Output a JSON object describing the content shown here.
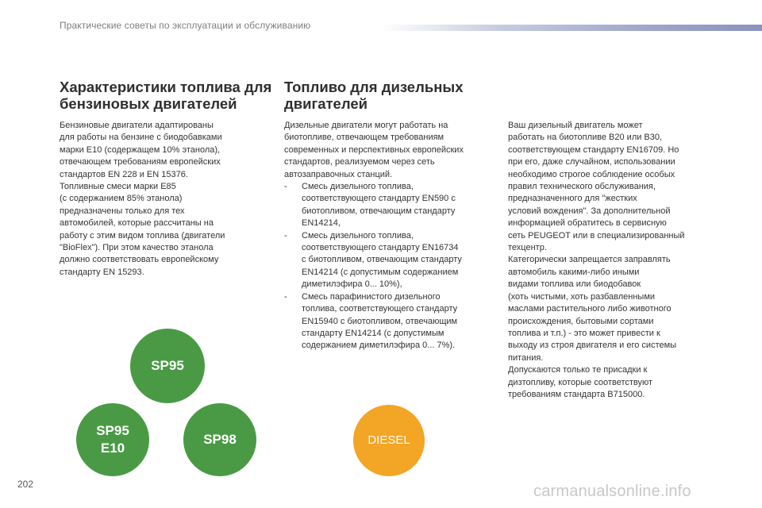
{
  "header": {
    "title": "Практические советы по эксплуатации и обслуживанию"
  },
  "colors": {
    "green_badge": "#4a9a45",
    "orange_badge": "#f3a525",
    "header_bar": "#8a93bd"
  },
  "left": {
    "heading_line1": "Характеристики топлива для",
    "heading_line2": "бензиновых двигателей",
    "lines": [
      "Бензиновые двигатели адаптированы",
      "для работы на бензине с биодобавками",
      "марки E10 (содержащем 10% этанола),",
      "отвечающем требованиям европейских",
      "стандартов EN 228 и EN 15376.",
      "Топливные смеси марки E85",
      "(с содержанием 85% этанола)",
      "предназначены только для тех",
      "автомобилей, которые рассчитаны на",
      "работу с этим видом топлива (двигатели",
      "\"BioFlex\"). При этом качество этанола",
      "должно соответствовать европейскому",
      "стандарту EN 15293."
    ]
  },
  "middle": {
    "heading_line1": "Топливо для дизельных",
    "heading_line2": "двигателей",
    "intro_lines": [
      "Дизельные двигатели могут работать на",
      "биотопливе, отвечающем требованиям",
      "современных и перспективных европейских",
      "стандартов, реализуемом через сеть",
      "автозаправочных станций."
    ],
    "dash": "-",
    "items": [
      {
        "lines": [
          "Смесь дизельного топлива,",
          "соответствующего стандарту EN590 с",
          "биотопливом, отвечающим стандарту",
          "EN14214,"
        ]
      },
      {
        "lines": [
          "Смесь дизельного топлива,",
          "соответствующего стандарту EN16734",
          "с биотопливом, отвечающим стандарту",
          "EN14214 (с допустимым содержанием",
          "диметилэфира 0... 10%),"
        ]
      },
      {
        "lines": [
          "Смесь парафинистого дизельного",
          "топлива, соответствующего стандарту",
          "EN15940 с биотопливом, отвечающим",
          "стандарту EN14214 (с допустимым",
          "содержанием диметилэфира 0... 7%)."
        ]
      }
    ]
  },
  "right": {
    "lines": [
      "Ваш дизельный двигатель может",
      "работать на биотопливе B20 или B30,",
      "соответствующем стандарту EN16709. Но",
      "при его, даже случайном, использовании",
      "необходимо строгое соблюдение особых",
      "правил технического обслуживания,",
      "предназначенного для \"жестких",
      "условий вождения\". За дополнительной",
      "информацией обратитесь в сервисную",
      "сеть PEUGEOT или в специализированный",
      "техцентр.",
      "Категорически запрещается заправлять",
      "автомобиль какими-либо иными",
      "видами топлива или биодобавок",
      "(хоть чистыми, хоть разбавленными",
      "маслами растительного либо животного",
      "происхождения, бытовыми сортами",
      "топлива и т.п.) - это может привести к",
      "выходу из строя двигателя и его системы",
      "питания.",
      "Допускаются только те присадки к",
      "дизтопливу, которые соответствуют",
      "требованиям стандарта B715000."
    ]
  },
  "badges": {
    "sp95": "SP95",
    "sp95_e10_line1": "SP95",
    "sp95_e10_line2": "E10",
    "sp98": "SP98",
    "diesel": "DIESEL"
  },
  "footer": {
    "page_number": "202",
    "watermark": "carmanualsonline.info"
  }
}
